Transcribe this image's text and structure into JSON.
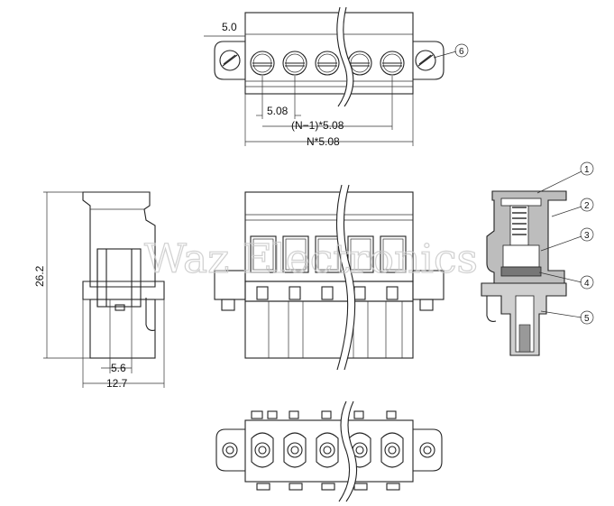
{
  "watermark": "Waz Electronics",
  "dimensions": {
    "top_margin": "5.0",
    "pitch": "5.08",
    "n_minus_1": "(N−1)*5.08",
    "total": "N*5.08",
    "height": "26.2",
    "width_small": "5.6",
    "width_total": "12.7"
  },
  "callouts": [
    "1",
    "2",
    "3",
    "4",
    "5",
    "6"
  ]
}
